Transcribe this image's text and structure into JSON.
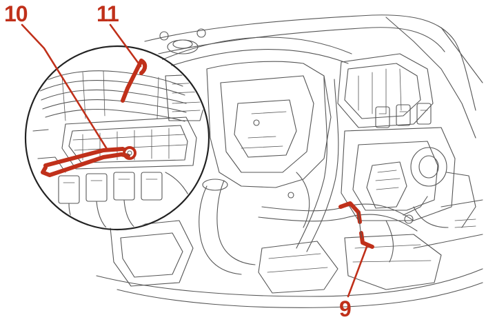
{
  "callouts": {
    "label_10": "10",
    "label_11": "11",
    "label_9": "9"
  },
  "colors": {
    "highlight": "#c0301a",
    "line": "#555555",
    "background": "#ffffff"
  }
}
